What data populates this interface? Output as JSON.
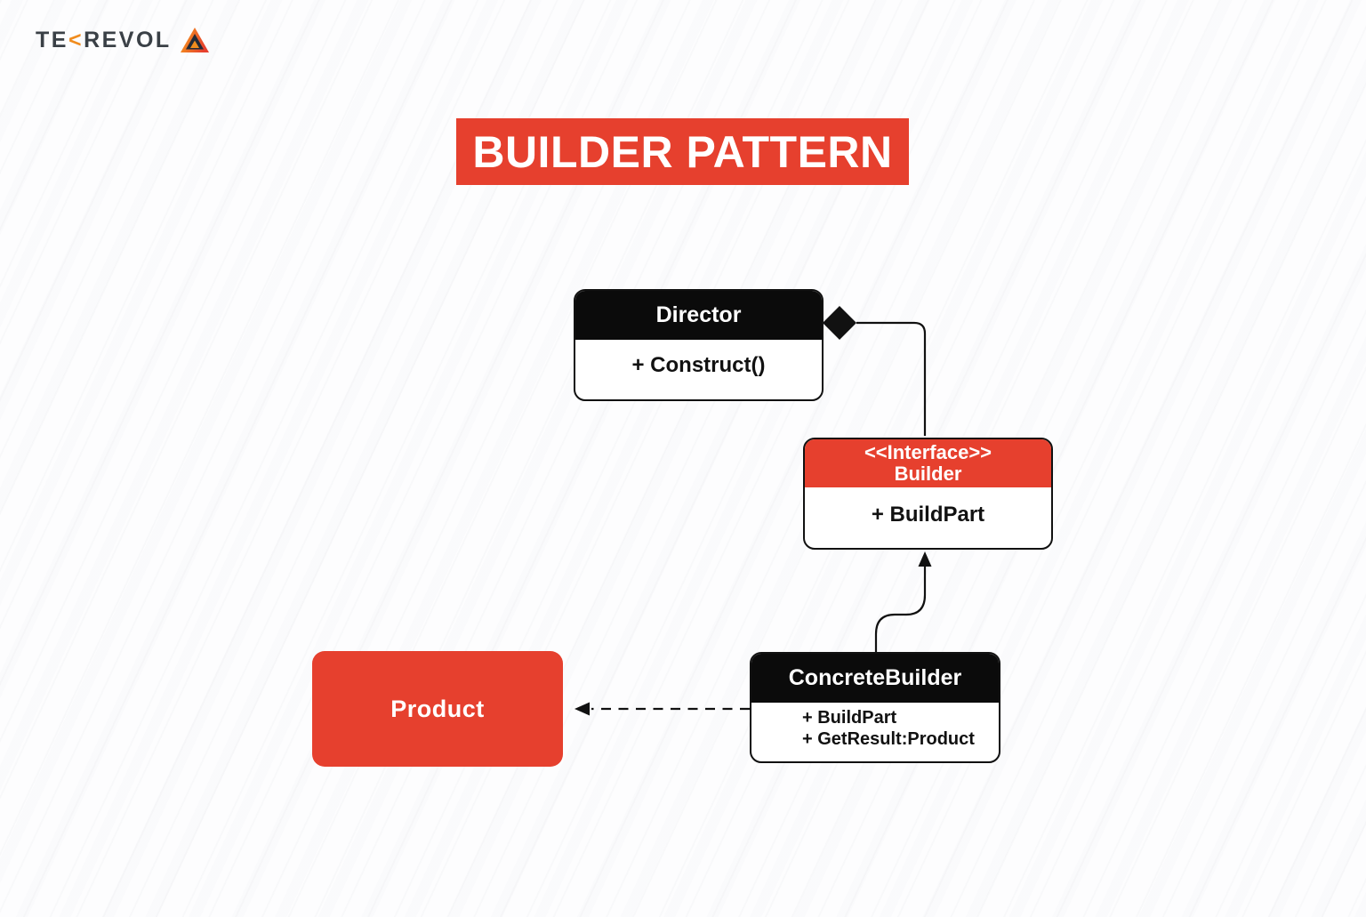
{
  "colors": {
    "red": "#e6402e",
    "black": "#0b0b0b",
    "ink": "#111111",
    "logo-dark": "#3a4046",
    "logo-orange": "#f08c1e"
  },
  "logo": {
    "part1": "TE",
    "k": "<",
    "part2": "REVOL",
    "mark": "tekrevol-triangle-icon"
  },
  "title": {
    "text": "BUILDER PATTERN"
  },
  "nodes": {
    "director": {
      "title": "Director",
      "member": "+ Construct()"
    },
    "builder": {
      "stereotype": "<<Interface>>",
      "name": "Builder",
      "member": "+ BuildPart"
    },
    "concrete_builder": {
      "title": "ConcreteBuilder",
      "members": [
        "+ BuildPart",
        "+ GetResult:Product"
      ]
    },
    "product": {
      "title": "Product"
    }
  },
  "relationships": [
    {
      "type": "aggregation",
      "from": "Director",
      "to": "Builder",
      "marker": "filled-diamond"
    },
    {
      "type": "realization",
      "from": "ConcreteBuilder",
      "to": "Builder",
      "marker": "filled-arrow"
    },
    {
      "type": "dependency",
      "from": "ConcreteBuilder",
      "to": "Product",
      "marker": "dashed-filled-arrow"
    }
  ]
}
